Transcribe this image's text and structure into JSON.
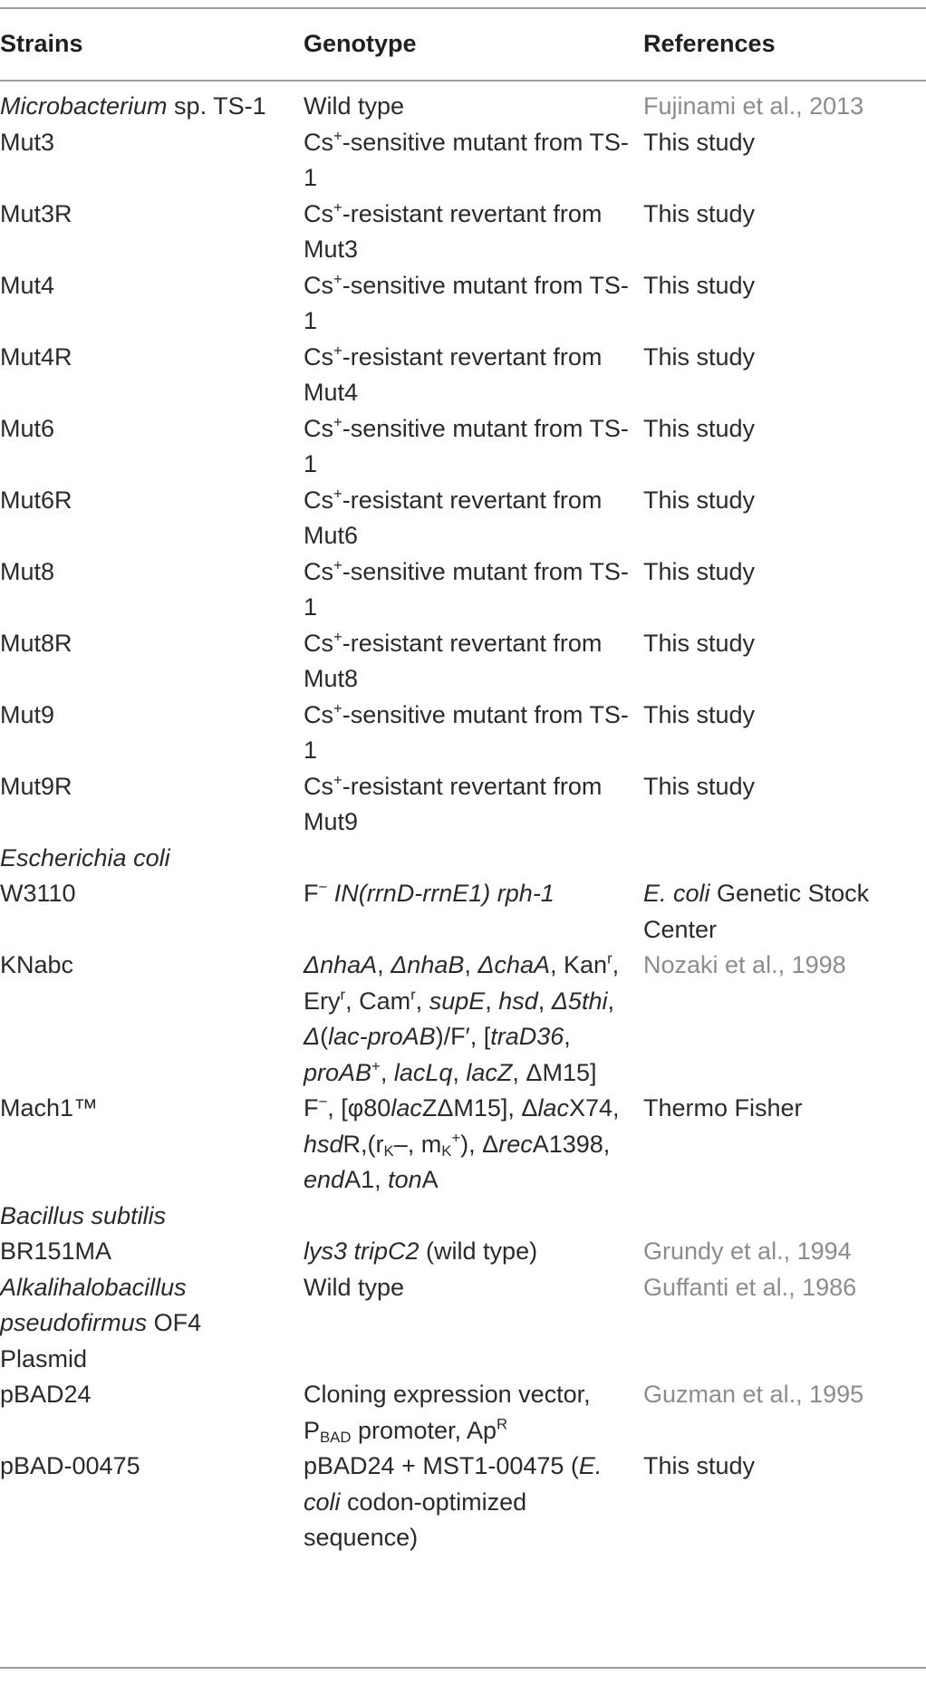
{
  "columns": {
    "strains": "Strains",
    "genotype": "Genotype",
    "references": "References"
  },
  "rows": {
    "r1": {
      "strain_a": "Microbacterium",
      "strain_b": " sp. TS-1",
      "genotype": "Wild type",
      "ref": "Fujinami et al., 2013"
    },
    "r2": {
      "strain": "Mut3",
      "g_a": "Cs",
      "g_sup": "+",
      "g_b": "-sensitive mutant from TS-1",
      "ref": "This study"
    },
    "r3": {
      "strain": "Mut3R",
      "g_a": "Cs",
      "g_sup": "+",
      "g_b": "-resistant revertant from Mut3",
      "ref": "This study"
    },
    "r4": {
      "strain": "Mut4",
      "g_a": "Cs",
      "g_sup": "+",
      "g_b": "-sensitive mutant from TS-1",
      "ref": "This study"
    },
    "r5": {
      "strain": "Mut4R",
      "g_a": "Cs",
      "g_sup": "+",
      "g_b": "-resistant revertant from Mut4",
      "ref": "This study"
    },
    "r6": {
      "strain": "Mut6",
      "g_a": "Cs",
      "g_sup": "+",
      "g_b": "-sensitive mutant from TS-1",
      "ref": "This study"
    },
    "r7": {
      "strain": "Mut6R",
      "g_a": "Cs",
      "g_sup": "+",
      "g_b": "-resistant revertant from Mut6",
      "ref": "This study"
    },
    "r8": {
      "strain": "Mut8",
      "g_a": "Cs",
      "g_sup": "+",
      "g_b": "-sensitive mutant from TS-1",
      "ref": "This study"
    },
    "r9": {
      "strain": "Mut8R",
      "g_a": "Cs",
      "g_sup": "+",
      "g_b": "-resistant revertant from Mut8",
      "ref": "This study"
    },
    "r10": {
      "strain": "Mut9",
      "g_a": "Cs",
      "g_sup": "+",
      "g_b": "-sensitive mutant from TS-1",
      "ref": "This study"
    },
    "r11": {
      "strain": "Mut9R",
      "g_a": "Cs",
      "g_sup": "+",
      "g_b": "-resistant revertant from Mut9",
      "ref": "This study"
    },
    "ecoli_section": "Escherichia coli",
    "w3110": {
      "strain": "W3110",
      "g_a": "F",
      "g_sup": "−",
      "g_b": " ",
      "g_italic": "IN(rrnD-rrnE1) rph-1",
      "ref_italic": "E. coli",
      "ref_rest": " Genetic Stock Center"
    },
    "knabc": {
      "strain": "KNabc",
      "t1": "ΔnhaA",
      "t2": ", ",
      "t3": "ΔnhaB",
      "t4": ", ",
      "t5": "ΔchaA",
      "t6": ", Kan",
      "s1": "r",
      "t7": ", Ery",
      "s2": "r",
      "t8": ", Cam",
      "s3": "r",
      "t9": ", ",
      "t10": "supE",
      "t11": ", ",
      "t12": "hsd",
      "t13": ", ",
      "t14": "Δ5thi",
      "t15": ", ",
      "t16": "Δ",
      "t17": "(",
      "t18": "lac-proAB",
      "t19": ")/F′, [",
      "t20": "traD36",
      "t21": ", ",
      "t22": "proAB",
      "s4": "+",
      "t23": ", ",
      "t24": "lacLq",
      "t25": ", ",
      "t26": "lacZ",
      "t27": ", ΔM15]",
      "ref": "Nozaki et al., 1998"
    },
    "mach1": {
      "strain": "Mach1™",
      "t1": "F",
      "s1": "−",
      "t2": ", [φ80",
      "t3": "lac",
      "t4": "ZΔM15], Δ",
      "t5": "lac",
      "t6": "X74, ",
      "t7": "hsd",
      "t8": "R,(r",
      "sb1": "K",
      "t9": "–, m",
      "sb2": "K",
      "s2": "+",
      "t10": "), Δ",
      "t11": "rec",
      "t12": "A1398, ",
      "t13": "end",
      "t14": "A1, ",
      "t15": "ton",
      "t16": "A",
      "ref": "Thermo Fisher"
    },
    "bsub_section": "Bacillus subtilis",
    "br151": {
      "strain": "BR151MA",
      "g_italic": "lys3 tripC2",
      "g_rest": " (wild type)",
      "ref": "Grundy et al., 1994"
    },
    "alk": {
      "strain_a": "Alkalihalobacillus pseudofirmus",
      "strain_b": " OF4",
      "genotype": "Wild type",
      "ref": "Guffanti et al., 1986"
    },
    "plasmid_section": "Plasmid",
    "pbad24": {
      "strain": "pBAD24",
      "t1": "Cloning expression vector, P",
      "sb1": "BAD",
      "t2": " promoter, Ap",
      "s1": "R",
      "ref": "Guzman et al., 1995"
    },
    "pbad00475": {
      "strain": "pBAD-00475",
      "t1": "pBAD24 + MST1-00475 (",
      "t2": "E. coli",
      "t3": " codon-optimized sequence)",
      "ref": "This study"
    }
  }
}
